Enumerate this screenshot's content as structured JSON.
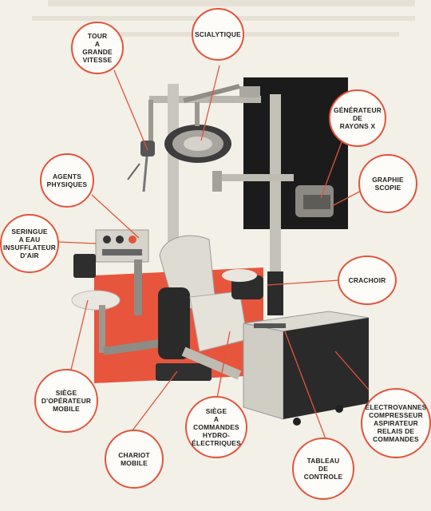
{
  "callouts": {
    "tour": "TOUR\nA\nGRANDE\nVITESSE",
    "scialytique": "SCIALYTIQUE",
    "generateur": "GÉNÉRATEUR\nDE\nRAYONS X",
    "graphie": "GRAPHIE\nSCOPIE",
    "agents": "AGENTS\nPHYSIQUES",
    "seringue": "SERINGUE\nA EAU\nINSUFFLATEUR\nD'AIR",
    "crachoir": "CRACHOIR",
    "siege_operateur": "SIÈGE\nD'OPÉRATEUR\nMOBILE",
    "siege_commandes": "SIÈGE\nA\nCOMMANDES\nHYDRO-\nÉLECTRIQUES",
    "chariot": "CHARIOT\nMOBILE",
    "tableau": "TABLEAU\nDE\nCONTROLE",
    "electrovannes": "ÉLECTROVANNES\nCOMPRESSEUR\nASPIRATEUR\nRELAIS DE\nCOMMANDES"
  },
  "colors": {
    "accent": "#e2543b",
    "background": "#f3f0e8",
    "panel_dark": "#1b1b1b"
  }
}
